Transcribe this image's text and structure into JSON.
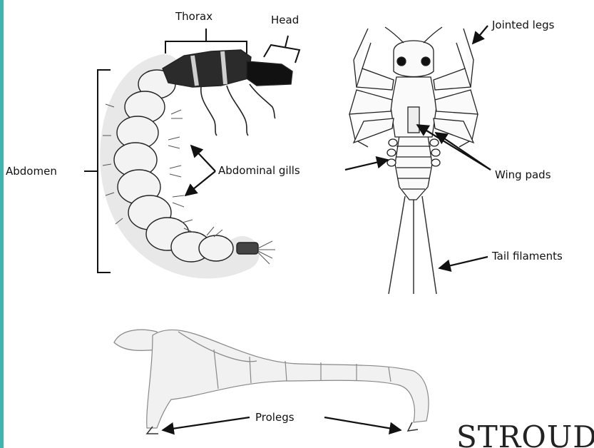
{
  "labels": {
    "thorax": "Thorax",
    "head": "Head",
    "abdomen": "Abdomen",
    "abdominal_gills": "Abdominal gills",
    "jointed_legs": "Jointed legs",
    "wing_pads": "Wing pads",
    "tail_filaments": "Tail filaments",
    "prolegs": "Prolegs"
  },
  "logo": {
    "text": "STROUD"
  },
  "colors": {
    "accent_edge": "#3fb5b1",
    "ink": "#111111"
  }
}
